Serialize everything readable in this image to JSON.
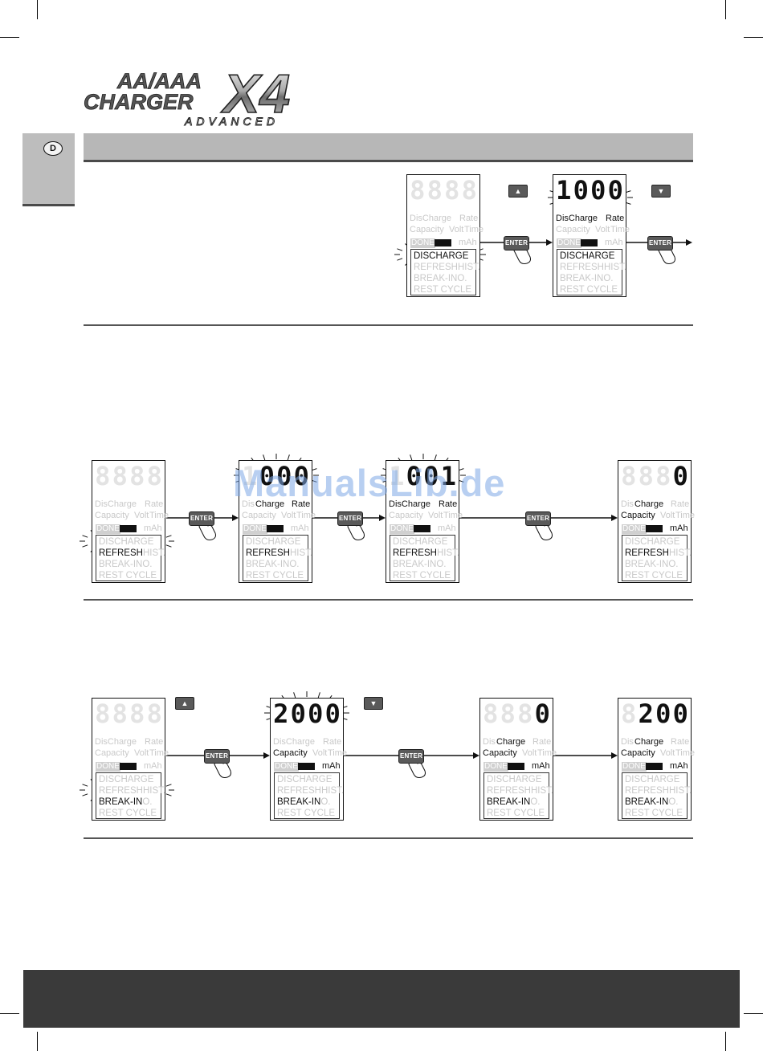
{
  "header": {
    "logo": {
      "line1": "AA/AAA",
      "line2": "CHARGER",
      "mark": "X4",
      "sub": "ADVANCED"
    },
    "language_badge": "D",
    "section_title": ""
  },
  "watermark": "ManualsLib.de",
  "controls": {
    "enter_label": "ENTER",
    "up_icon": "▲",
    "down_icon": "▼"
  },
  "lcd_labels": {
    "discharge": "DisCharge",
    "dis": "Dis",
    "charge": "Charge",
    "rate": "Rate",
    "capacity": "Capacity",
    "volt": "Volt",
    "time": "Time",
    "done": "DONE",
    "mah": "mAh",
    "modes": [
      "DISCHARGE",
      "REFRESH",
      "BREAK-IN",
      "REST CYCLE"
    ],
    "mode_suffix": [
      "",
      "HIST.",
      "O.",
      ""
    ]
  },
  "rows": [
    {
      "panels": [
        {
          "digits": [
            "8",
            "8",
            "8",
            "8"
          ],
          "lit": [
            false,
            false,
            false,
            false
          ],
          "mode": 0,
          "top": "idle"
        },
        {
          "digits": [
            "1",
            "0",
            "0",
            "0"
          ],
          "lit": [
            true,
            true,
            true,
            true
          ],
          "mode": 0,
          "top": "discharge-rate"
        }
      ]
    },
    {
      "panels": [
        {
          "digits": [
            "8",
            "8",
            "8",
            "8"
          ],
          "lit": [
            false,
            false,
            false,
            false
          ],
          "mode": 1,
          "top": "idle"
        },
        {
          "digits": [
            "1",
            "0",
            "0",
            "0"
          ],
          "lit": [
            false,
            true,
            true,
            true
          ],
          "mode": 1,
          "top": "charge-rate"
        },
        {
          "digits": [
            "1",
            "0",
            "0",
            "1"
          ],
          "lit": [
            false,
            true,
            true,
            true
          ],
          "mode": 1,
          "top": "discharge-rate"
        },
        {
          "digits": [
            "8",
            "8",
            "8",
            "0"
          ],
          "lit": [
            false,
            false,
            false,
            true
          ],
          "mode": 1,
          "top": "charge-capacity"
        }
      ]
    },
    {
      "panels": [
        {
          "digits": [
            "8",
            "8",
            "8",
            "8"
          ],
          "lit": [
            false,
            false,
            false,
            false
          ],
          "mode": 2,
          "top": "idle"
        },
        {
          "digits": [
            "2",
            "0",
            "0",
            "0"
          ],
          "lit": [
            true,
            true,
            true,
            true
          ],
          "mode": 2,
          "top": "capacity"
        },
        {
          "digits": [
            "8",
            "8",
            "8",
            "0"
          ],
          "lit": [
            false,
            false,
            false,
            true
          ],
          "mode": 2,
          "top": "charge-capacity"
        },
        {
          "digits": [
            "8",
            "2",
            "0",
            "0"
          ],
          "lit": [
            false,
            true,
            true,
            true
          ],
          "mode": 2,
          "top": "charge-capacity"
        }
      ]
    }
  ],
  "colors": {
    "lcd_unlit": "#c9c9c9",
    "lcd_lit": "#111111",
    "header_gray": "#b7b7b7",
    "footer": "#3a3a3a"
  }
}
